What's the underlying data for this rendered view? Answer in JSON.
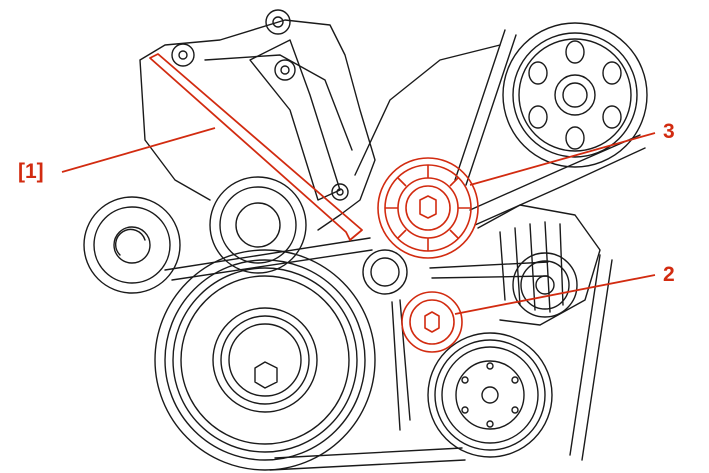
{
  "figure": {
    "background_color": "#ffffff",
    "line_color": "#1a1a1a",
    "highlight_color": "#d22b10"
  },
  "callouts": {
    "tool": "[1]",
    "tensioner_pulley": "3",
    "idler_pulley": "2"
  }
}
